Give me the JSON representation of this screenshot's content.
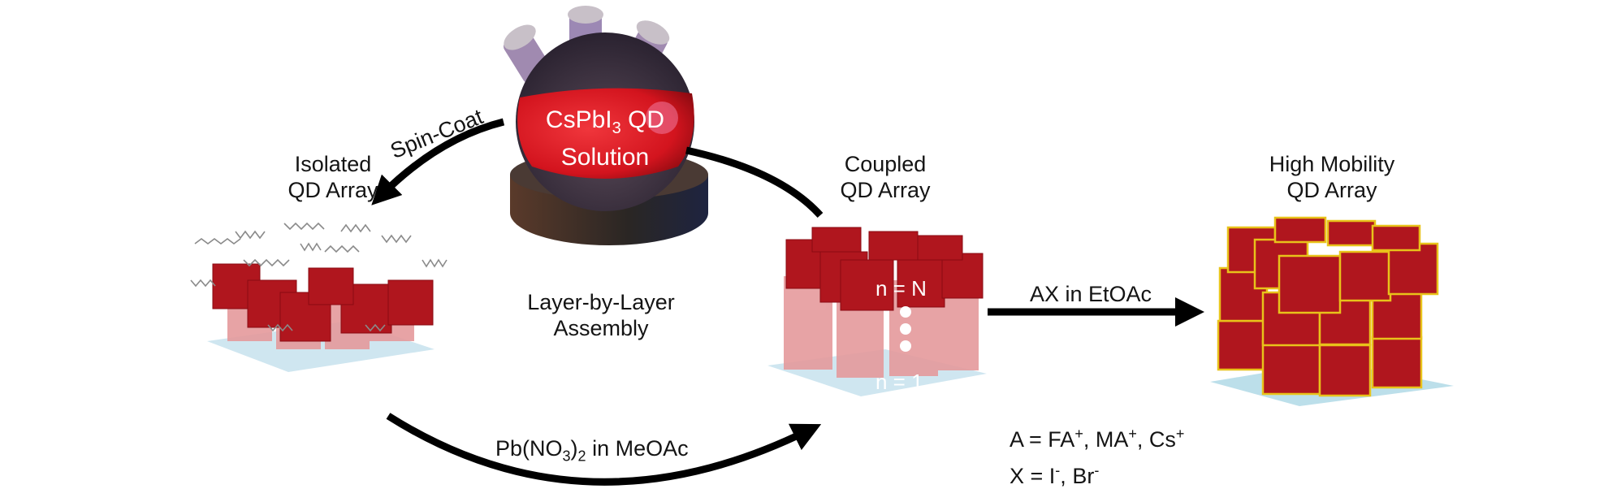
{
  "diagram": {
    "title": "CsPbI3 QD layer-by-layer assembly and A-site/X-site treatment scheme",
    "flask": {
      "label_line1_main": "CsPbI",
      "label_line1_sub": "3",
      "label_line1_tail": " QD",
      "label_line2": "Solution"
    },
    "stages": [
      {
        "id": "isolated",
        "line1": "Isolated",
        "line2": "QD Array"
      },
      {
        "id": "coupled",
        "line1": "Coupled",
        "line2": "QD Array",
        "top_layer_label": "n = N",
        "bottom_layer_label": "n = 1"
      },
      {
        "id": "high-mobility",
        "line1": "High Mobility",
        "line2": "QD Array"
      }
    ],
    "arrows": {
      "spin_coat": "Spin-Coat",
      "pb_treatment_main": "Pb(NO",
      "pb_treatment_sub1": "3",
      "pb_treatment_mid": ")",
      "pb_treatment_sub2": "2",
      "pb_treatment_tail": " in MeOAc",
      "ax_treatment": "AX in EtOAc"
    },
    "center_label": {
      "line1": "Layer-by-Layer",
      "line2": "Assembly"
    },
    "legend": {
      "a_line_prefix": "A = ",
      "a_ions": [
        "FA",
        "MA",
        "Cs"
      ],
      "a_charge": "+",
      "x_line_prefix": "X = ",
      "x_ions": [
        "I",
        "Br"
      ],
      "x_charge": "-"
    },
    "colors": {
      "qd_red": "#b0161e",
      "qd_faded": "#e59a9c",
      "substrate": "#cfe6f0",
      "ligand_gray": "#8a8a8a",
      "ax_shell_yellow": "#e8c21a",
      "arrow": "#000000",
      "flask_liquid": "#e0202a",
      "cork": "#3a3030"
    }
  }
}
